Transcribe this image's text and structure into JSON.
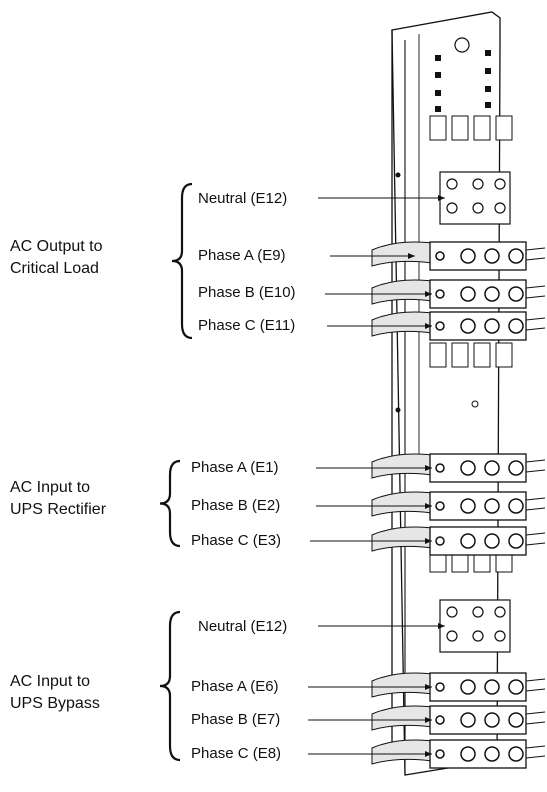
{
  "groups": [
    {
      "title": "AC Output to\nCritical Load",
      "terminals": [
        "Neutral (E12)",
        "Phase A (E9)",
        "Phase B (E10)",
        "Phase C (E11)"
      ]
    },
    {
      "title": "AC Input to\nUPS Rectifier",
      "terminals": [
        "Phase A (E1)",
        "Phase B (E2)",
        "Phase C (E3)"
      ]
    },
    {
      "title": "AC Input to\nUPS Bypass",
      "terminals": [
        "Neutral (E12)",
        "Phase A (E6)",
        "Phase B (E7)",
        "Phase C (E8)"
      ]
    }
  ],
  "colors": {
    "line": "#111111",
    "fill": "#ffffff",
    "shade": "#e6e6e6"
  }
}
